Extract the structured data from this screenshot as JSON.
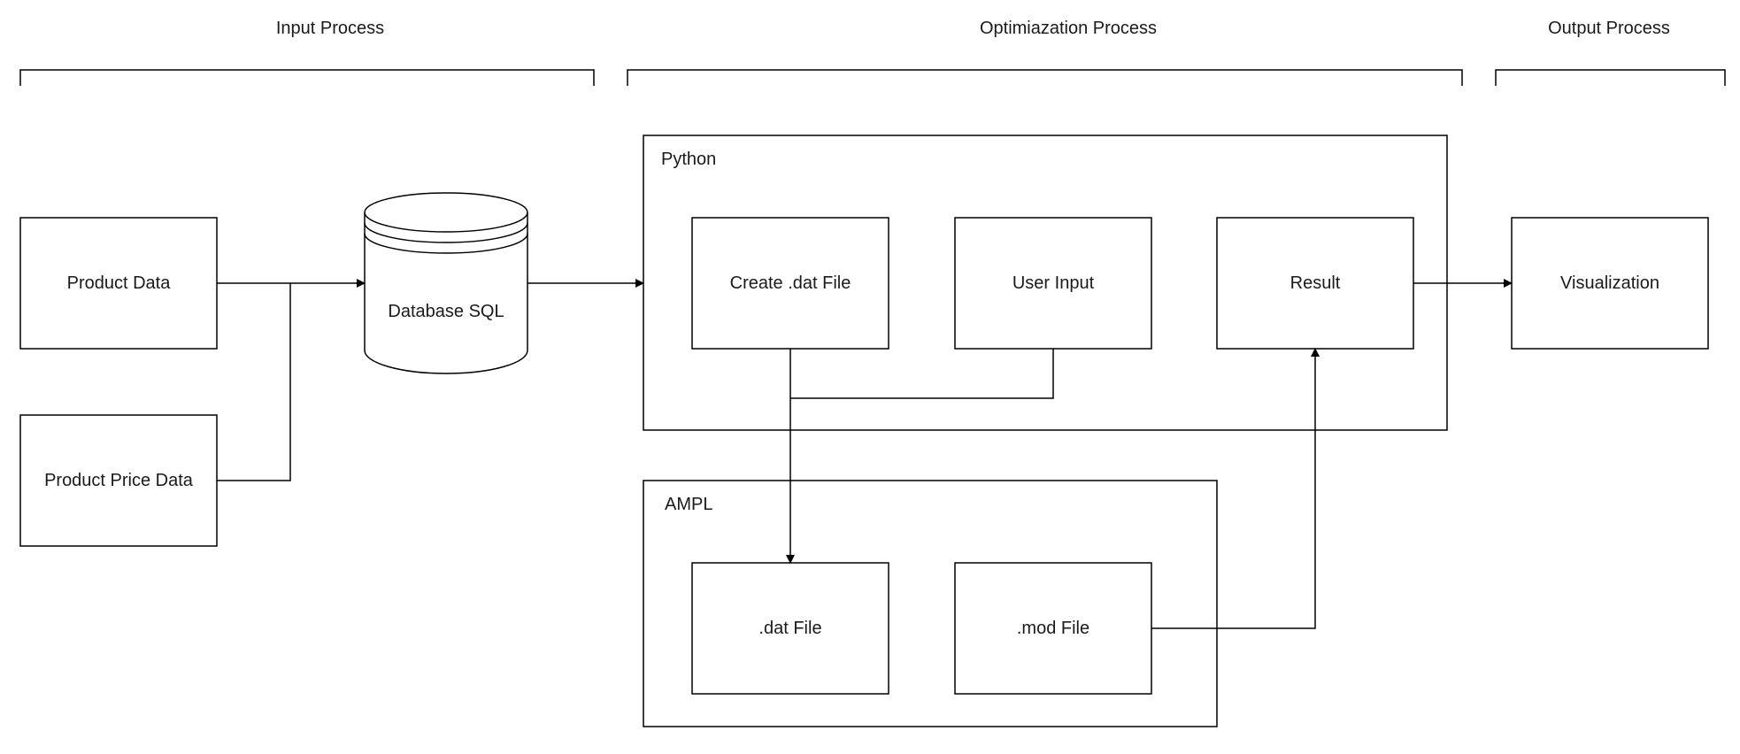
{
  "sections": {
    "input": "Input Process",
    "optimization": "Optimiazation Process",
    "output": "Output Process"
  },
  "containers": {
    "python": "Python",
    "ampl": "AMPL"
  },
  "nodes": {
    "product_data": "Product Data",
    "product_price_data": "Product Price Data",
    "database": "Database SQL",
    "create_dat": "Create .dat File",
    "user_input": "User Input",
    "result": "Result",
    "visualization": "Visualization",
    "dat_file": ".dat File",
    "mod_file": ".mod File"
  }
}
